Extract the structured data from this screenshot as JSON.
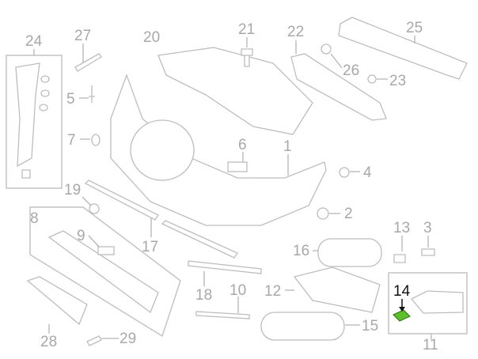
{
  "diagram": {
    "labels": [
      "24",
      "27",
      "20",
      "21",
      "22",
      "25",
      "26",
      "23",
      "5",
      "7",
      "6",
      "1",
      "4",
      "19",
      "2",
      "8",
      "9",
      "17",
      "13",
      "3",
      "16",
      "18",
      "10",
      "12",
      "14",
      "11",
      "28",
      "29",
      "15"
    ],
    "highlighted_part": "14",
    "highlight_color": "#5cc02a"
  }
}
